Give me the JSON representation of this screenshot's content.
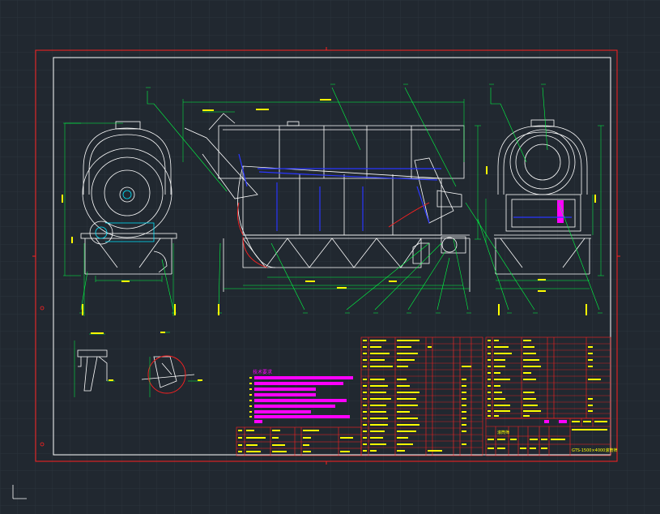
{
  "colors": {
    "background": "#212830",
    "grid": "#2c343d",
    "sheet_border": "#ff2020",
    "inner_frame": "#ffffff",
    "geometry": "#ffffff",
    "leaders": "#00ff44",
    "dimensions": "#00ff44",
    "hidden": "#2a36ff",
    "text_yellow": "#ffff00",
    "notes_magenta": "#ff00ff",
    "table_lines": "#ff2020",
    "accent_cyan": "#00e5ff"
  },
  "icons": {
    "ucs": "ucs-icon"
  },
  "title_block": {
    "drawing_number": "GTS-1500×4000滚筒筛",
    "main_title": "滚筒筛"
  },
  "notes": {
    "title": "技术要求"
  }
}
